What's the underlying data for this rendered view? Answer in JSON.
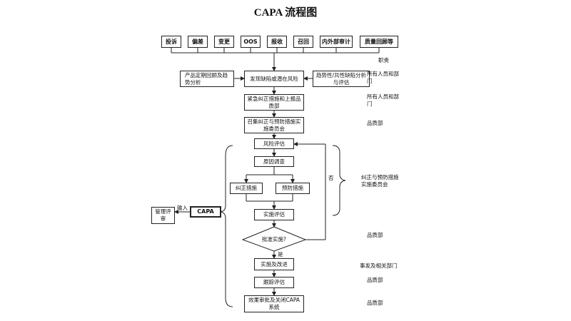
{
  "title": "CAPA 流程图",
  "categories": [
    "投诉",
    "偏差",
    "变更",
    "OOS",
    "报收",
    "召回",
    "内外部审计",
    "质量回顾等"
  ],
  "input_left": "产品定期回顾及趋势分析",
  "input_center": "发现缺陷或潜在风险",
  "input_right": "趋势性/共性缺陷分析与评估",
  "step_urgent": "紧急纠正措施和上报品质部",
  "step_convene": "召集纠正与预防措施实施委员会",
  "step_risk": "风险评估",
  "step_cause": "原因调查",
  "step_corrective": "纠正措施",
  "step_preventive": "预防措施",
  "step_impl_eval": "实施评估",
  "decision": "批准实施?",
  "yes_label": "是",
  "no_label": "否",
  "step_implement": "实施及改进",
  "step_track": "跟踪评估",
  "step_close": "效果审批及关闭CAPA系统",
  "capa": "CAPA",
  "mgmt_review": "管理评审",
  "input_label": "输入",
  "roles": {
    "header": "职责",
    "all_staff_1": "所有人员和部门",
    "all_staff_2": "所有人员和部门",
    "qa_1": "品质部",
    "committee": "纠正与预防措施实施委员会",
    "qa_2": "品质部",
    "dept": "事发及相关部门",
    "qa_3": "品质部",
    "qa_4": "品质部"
  }
}
